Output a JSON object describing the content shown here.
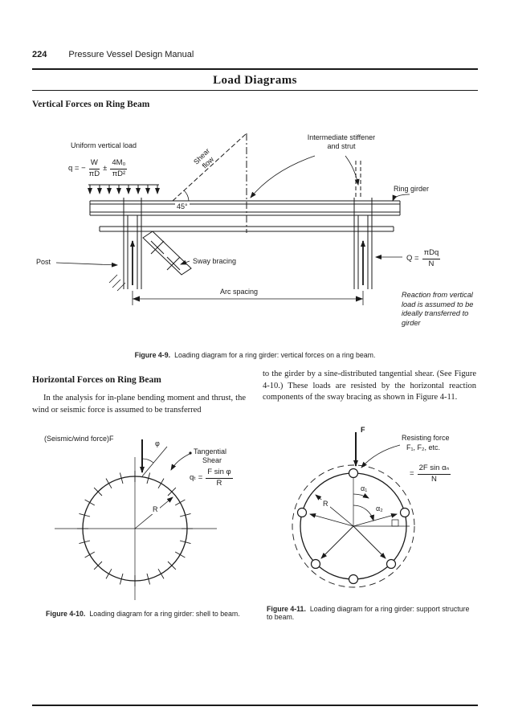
{
  "page": {
    "number": "224",
    "running_head": "Pressure Vessel Design Manual",
    "title": "Load Diagrams"
  },
  "sections": {
    "vertical": {
      "heading": "Vertical Forces on Ring Beam"
    },
    "horizontal": {
      "heading": "Horizontal Forces on Ring Beam",
      "para_left": "In the analysis for in-plane bending moment and thrust, the wind or seismic force is assumed to be transferred",
      "para_right": "to the girder by a sine-distributed tangential shear. (See Figure 4-10.) These loads are resisted by the horizontal reaction components of the sway bracing as shown in Figure 4-11."
    }
  },
  "fig9": {
    "labels": {
      "uniform_load": "Uniform vertical load",
      "shear": "Shear",
      "flow": "flow",
      "stiffener_1": "Intermediate stiffener",
      "stiffener_2": "and strut",
      "ring_girder": "Ring girder",
      "angle_45": "45°",
      "post": "Post",
      "sway_bracing": "Sway bracing",
      "arc_spacing": "Arc spacing",
      "reaction_note": "Reaction from vertical load is assumed to be ideally transferred to girder"
    },
    "formulas": {
      "q_prefix": "q = −",
      "q1_num": "W",
      "q1_den": "πD",
      "pm": "±",
      "q2_num": "4M₀",
      "q2_den": "πD²",
      "Q_prefix": "Q =",
      "Q_num": "πDq",
      "Q_den": "N"
    },
    "caption_label": "Figure 4-9.",
    "caption_text": "Loading diagram for a ring girder: vertical forces on a ring beam."
  },
  "fig10": {
    "labels": {
      "force": "(Seismic/wind force)F",
      "phi": "φ",
      "tangential": "Tangential",
      "shear": "Shear",
      "R": "R"
    },
    "formulas": {
      "q_prefix": "qₜ =",
      "num": "F sin φ",
      "den": "R"
    },
    "caption_label": "Figure 4-10.",
    "caption_text": "Loading diagram for a ring girder: shell to beam."
  },
  "fig11": {
    "labels": {
      "F": "F",
      "resisting_1": "Resisting force",
      "resisting_2": "F₁, F₂, etc.",
      "alpha1": "α₁",
      "alpha2": "α₂",
      "R": "R"
    },
    "formulas": {
      "eq": "=",
      "num": "2F sin αₙ",
      "den": "N"
    },
    "caption_label": "Figure 4-11.",
    "caption_text": "Loading diagram for a ring girder: support structure to beam."
  }
}
